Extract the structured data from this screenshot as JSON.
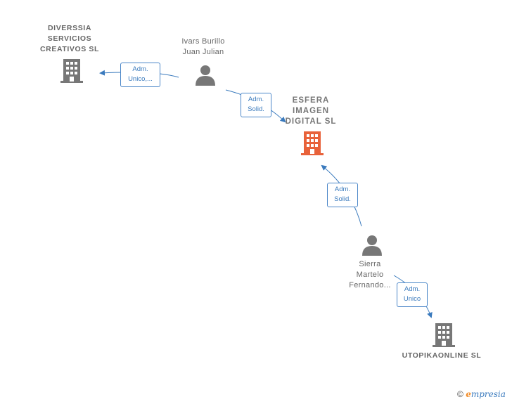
{
  "colors": {
    "accent": "#3a7abd",
    "focus_company": "#e8623a",
    "company": "#777777",
    "person": "#777777"
  },
  "nodes": {
    "diverssia": {
      "lines": [
        "DIVERSSIA",
        "SERVICIOS",
        "CREATIVOS  SL"
      ],
      "icon": "building-icon"
    },
    "ivars": {
      "lines": [
        "Ivars Burillo",
        "Juan Julian"
      ],
      "icon": "person-icon"
    },
    "esfera": {
      "lines": [
        "ESFERA",
        "IMAGEN",
        "DIGITAL  SL"
      ],
      "icon": "building-icon"
    },
    "sierra": {
      "lines": [
        "Sierra",
        "Martelo",
        "Fernando..."
      ],
      "icon": "person-icon"
    },
    "utopika": {
      "lines": [
        "UTOPIKAONLINE SL"
      ],
      "icon": "building-icon"
    }
  },
  "edges": {
    "ivars_diverssia": {
      "lines": [
        "Adm.",
        "Unico,..."
      ]
    },
    "ivars_esfera": {
      "lines": [
        "Adm.",
        "Solid."
      ]
    },
    "sierra_esfera": {
      "lines": [
        "Adm.",
        "Solid."
      ]
    },
    "sierra_utopika": {
      "lines": [
        "Adm.",
        "Unico"
      ]
    }
  },
  "footer": {
    "copyright": "©",
    "brand_initial": "e",
    "brand_rest": "mpresia"
  }
}
